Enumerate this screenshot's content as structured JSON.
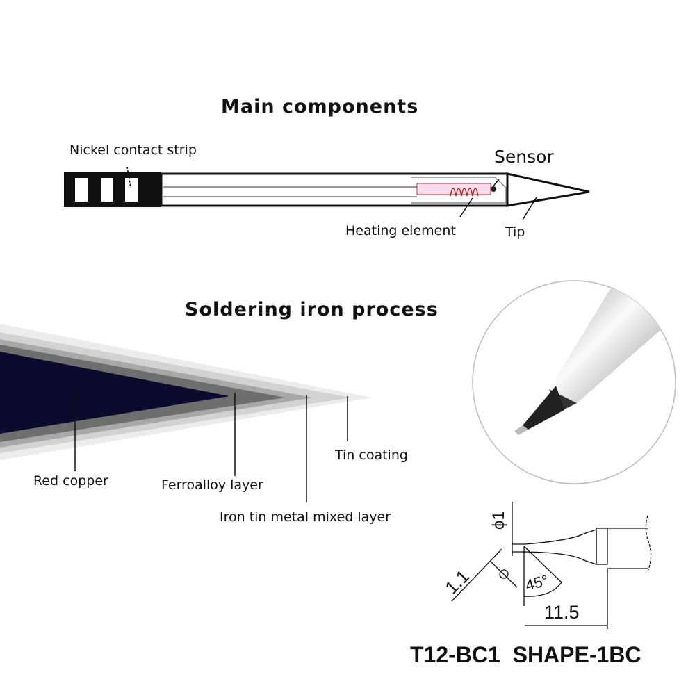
{
  "sections": {
    "main_title": "Main components",
    "process_title": "Soldering iron process"
  },
  "components": {
    "nickel": "Nickel contact strip",
    "sensor": "Sensor",
    "heating": "Heating element",
    "tip": "Tip"
  },
  "layers": {
    "copper": "Red copper",
    "ferro": "Ferroalloy layer",
    "mixed": "Iron tin metal mixed layer",
    "tin": "Tin coating"
  },
  "drawing": {
    "diameter": "ϕ1",
    "width": "1.1",
    "angle": "45°",
    "length": "11.5",
    "model": "T12-BC1  SHAPE-1BC"
  }
}
